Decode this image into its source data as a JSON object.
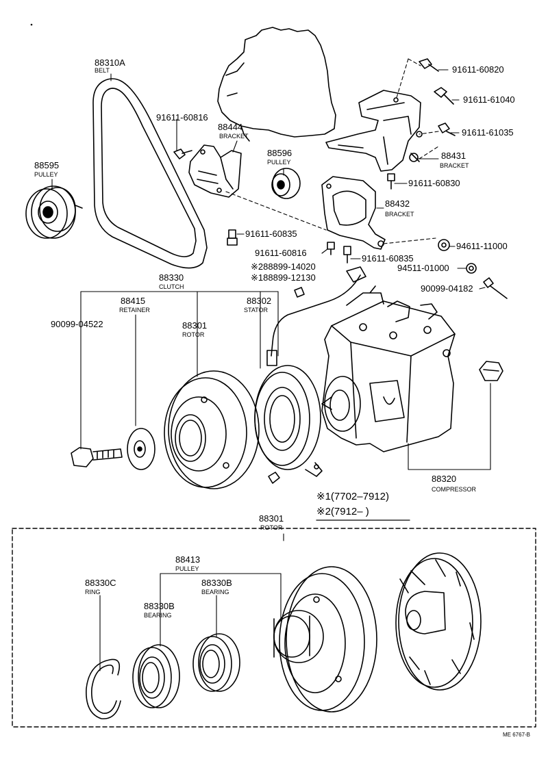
{
  "parts": {
    "belt": {
      "number": "88310A",
      "name": "BELT"
    },
    "pulley_left": {
      "number": "88595",
      "name": "PULLEY"
    },
    "bolt_91611_60816_a": {
      "number": "91611-60816"
    },
    "bracket_88444": {
      "number": "88444",
      "name": "BRACKET"
    },
    "pulley_88596": {
      "number": "88596",
      "name": "PULLEY"
    },
    "bolt_91611_60820": {
      "number": "91611-60820"
    },
    "bolt_91611_61040": {
      "number": "91611-61040"
    },
    "bolt_91611_61035": {
      "number": "91611-61035"
    },
    "bracket_88431": {
      "number": "88431",
      "name": "BRACKET"
    },
    "bolt_91611_60830": {
      "number": "91611-60830"
    },
    "bracket_88432": {
      "number": "88432",
      "name": "BRACKET"
    },
    "bolt_91611_60835_a": {
      "number": "91611-60835"
    },
    "bolt_91611_60816_b": {
      "number": "91611-60816"
    },
    "nut_94611_11000": {
      "number": "94611-11000"
    },
    "bolt_91611_60835_b": {
      "number": "91611-60835"
    },
    "part_88899_14020": {
      "number": "※288899-14020"
    },
    "part_88899_12130": {
      "number": "※188899-12130"
    },
    "nut_94511_01000": {
      "number": "94511-01000"
    },
    "bolt_90099_04182": {
      "number": "90099-04182"
    },
    "clutch_88330": {
      "number": "88330",
      "name": "CLUTCH"
    },
    "retainer_88415": {
      "number": "88415",
      "name": "RETAINER"
    },
    "stator_88302": {
      "number": "88302",
      "name": "STATOR"
    },
    "bolt_90099_04522": {
      "number": "90099-04522"
    },
    "rotor_88301": {
      "number": "88301",
      "name": "ROTOR"
    },
    "compressor_88320": {
      "number": "88320",
      "name": "COMPRESSOR"
    },
    "rotor_detail": {
      "number": "88301",
      "name": "ROTOR"
    },
    "pulley_88413": {
      "number": "88413",
      "name": "PULLEY"
    },
    "ring_88330c": {
      "number": "88330C",
      "name": "RING"
    },
    "bearing_88330b_a": {
      "number": "88330B",
      "name": "BEARING"
    },
    "bearing_88330b_b": {
      "number": "88330B",
      "name": "BEARING"
    }
  },
  "notes": {
    "note1": "※1(7702–7912)",
    "note2": "※2(7912–     )"
  },
  "footer": {
    "code": "ME  6767-B"
  }
}
